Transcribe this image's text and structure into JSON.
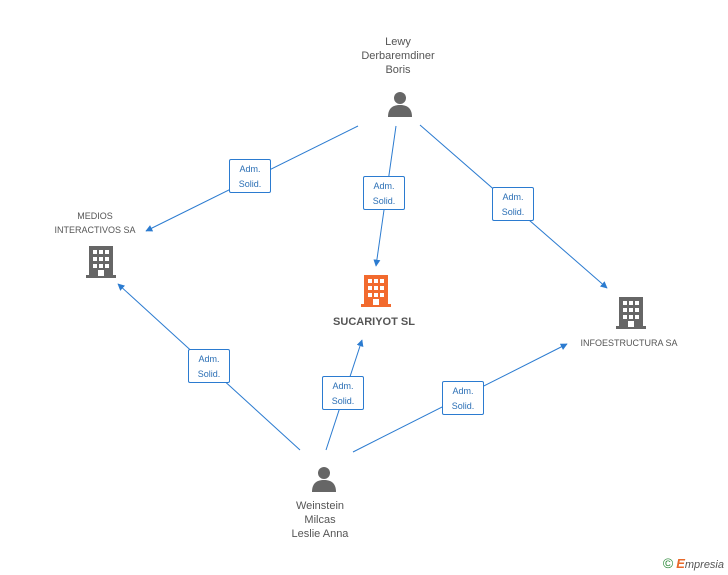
{
  "nodes": {
    "lev": {
      "label": "Lewy\nDerbaremdiner\nBoris",
      "kind": "person"
    },
    "medios": {
      "label": "MEDIOS\nINTERACTIVOS SA",
      "kind": "company"
    },
    "sucariyot": {
      "label": "SUCARIYOT SL",
      "kind": "company-main"
    },
    "infoestructura": {
      "label": "INFOESTRUCTURA SA",
      "kind": "company"
    },
    "weinstein": {
      "label": "Weinstein\nMilcas\nLeslie Anna",
      "kind": "person"
    }
  },
  "edges": [
    {
      "from": "lev",
      "to": "medios",
      "line1": "Adm.",
      "line2": "Solid."
    },
    {
      "from": "lev",
      "to": "sucariyot",
      "line1": "Adm.",
      "line2": "Solid."
    },
    {
      "from": "lev",
      "to": "infoestructura",
      "line1": "Adm.",
      "line2": "Solid."
    },
    {
      "from": "weinstein",
      "to": "medios",
      "line1": "Adm.",
      "line2": "Solid."
    },
    {
      "from": "weinstein",
      "to": "sucariyot",
      "line1": "Adm.",
      "line2": "Solid."
    },
    {
      "from": "weinstein",
      "to": "infoestructura",
      "line1": "Adm.",
      "line2": "Solid."
    }
  ],
  "footer": {
    "copyright": "©",
    "brand_first": "E",
    "brand_rest": "mpresia"
  },
  "colors": {
    "edge": "#2b7bd0",
    "icon": "#666666",
    "main_icon": "#f26a2e"
  }
}
